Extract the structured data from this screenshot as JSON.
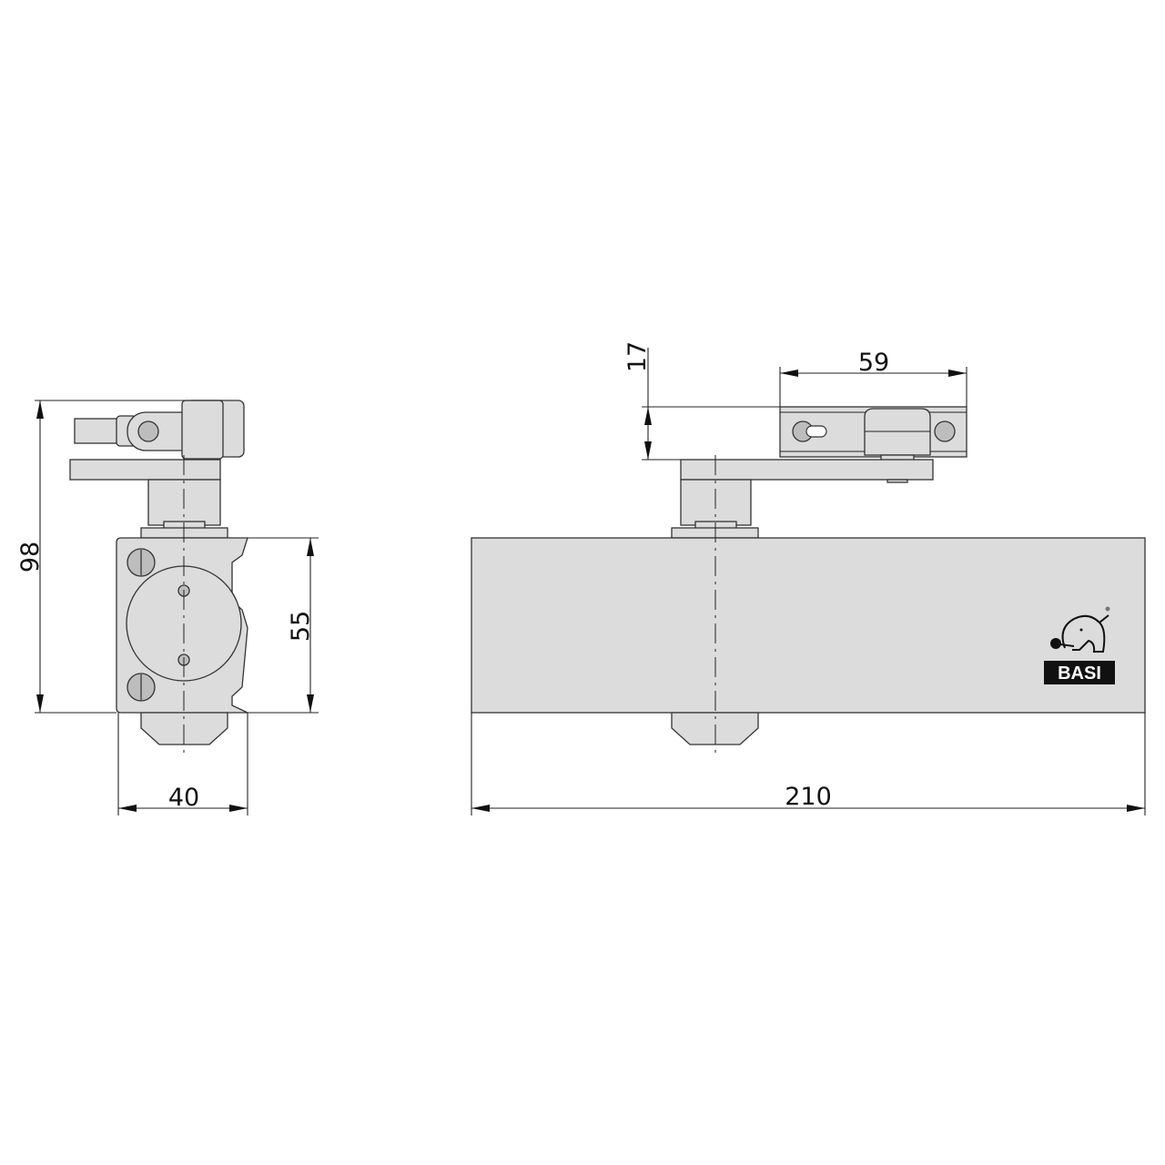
{
  "dimensions": {
    "side_height": "98",
    "side_body_height": "55",
    "side_width": "40",
    "shoe_offset": "17",
    "shoe_width": "59",
    "body_length": "210"
  },
  "logo": {
    "text": "BASI",
    "mark": "elephant-with-key",
    "registered": "®"
  },
  "colors": {
    "part_fill": "#dcdcdc",
    "line": "#333333"
  }
}
